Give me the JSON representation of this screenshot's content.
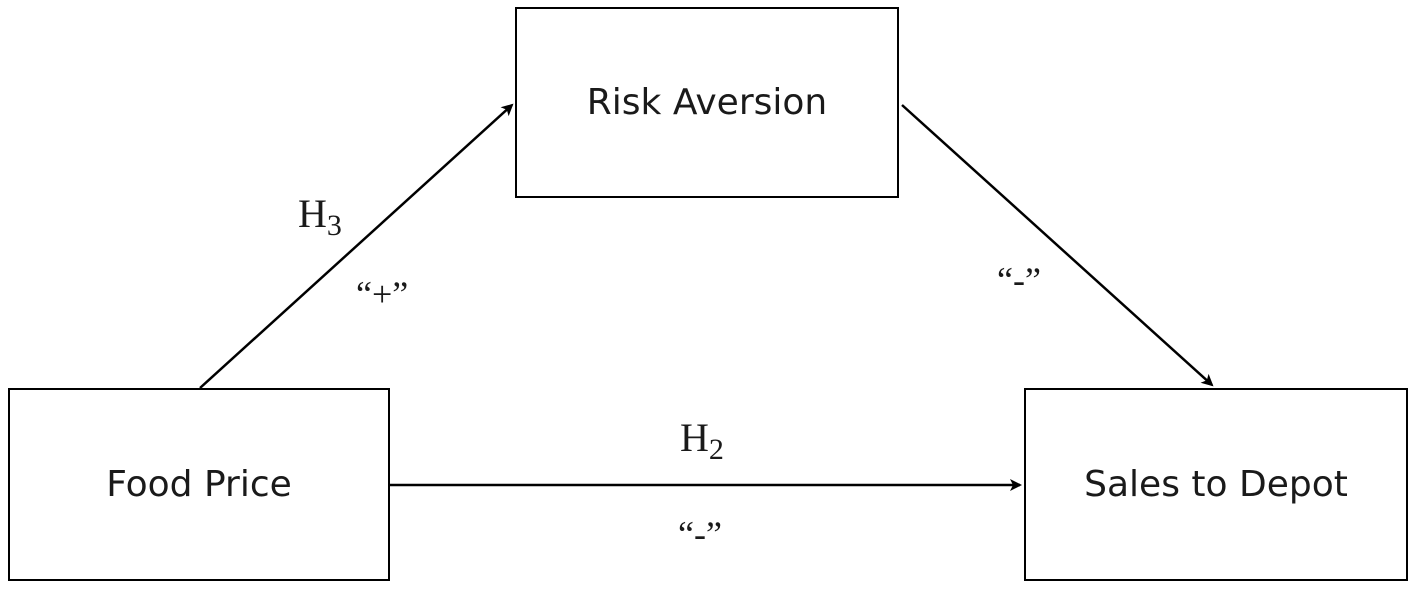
{
  "nodes": {
    "risk_aversion": "Risk Aversion",
    "food_price": "Food Price",
    "sales_to_depot": "Sales to Depot"
  },
  "edges": {
    "food_to_risk": {
      "hypothesis": "H",
      "hypothesis_sub": "3",
      "sign": "“+”"
    },
    "risk_to_sales": {
      "sign": "“-”"
    },
    "food_to_sales": {
      "hypothesis": "H",
      "hypothesis_sub": "2",
      "sign": "“-”"
    }
  },
  "colors": {
    "stroke": "#000000",
    "text": "#1a1a1a",
    "background": "#ffffff"
  }
}
